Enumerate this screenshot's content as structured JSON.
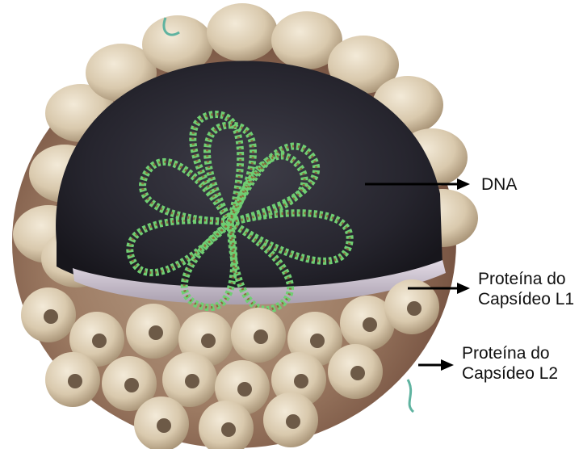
{
  "labels": {
    "dna": "DNA",
    "l1_line1": "Proteína do",
    "l1_line2": "Capsídeo L1",
    "l2_line1": "Proteína do",
    "l2_line2": "Capsídeo L2"
  },
  "colors": {
    "capsid_shell": "#c8bca8",
    "capsomer": "#ddd0b8",
    "interior": "#2c2b35",
    "rim": "#cfc6d6",
    "dna_helix": "#7bd47a",
    "arrow": "#000000"
  }
}
